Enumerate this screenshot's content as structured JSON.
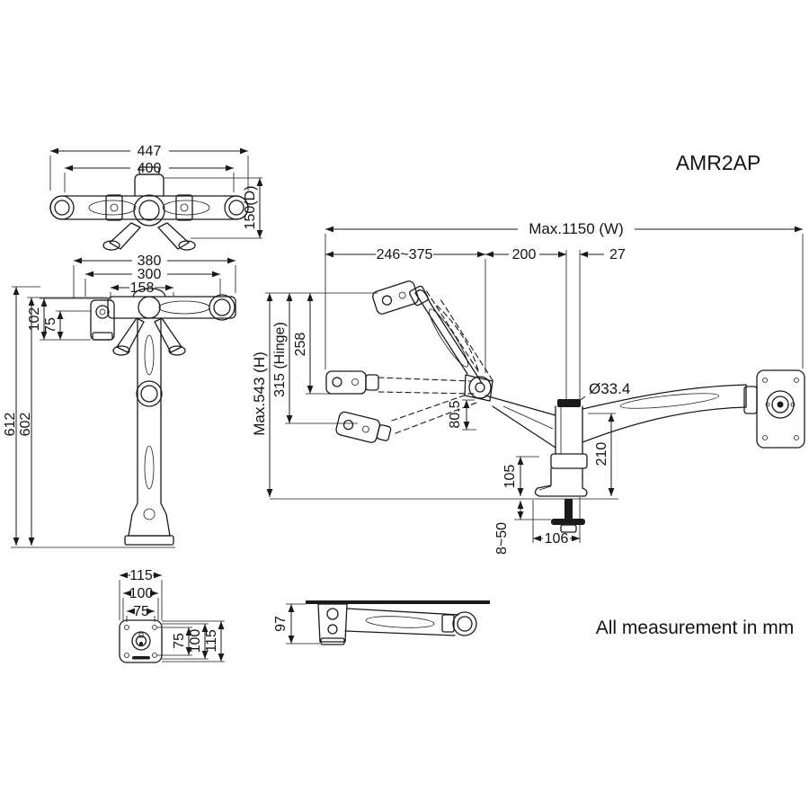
{
  "title": "AMR2AP",
  "note": "All measurement in mm",
  "colors": {
    "line": "#1a1a1a",
    "background": "#ffffff"
  },
  "views": {
    "top": {
      "label": "top-view",
      "dims": {
        "overall_width": "447",
        "inner_width": "400",
        "depth": "150(D)"
      }
    },
    "front": {
      "label": "front-view",
      "dims": {
        "overall_width": "380",
        "inner_width": "300",
        "hub_offset": "158",
        "bracket_drop": "102",
        "bracket_inner": "75",
        "total_height": "612",
        "column_height": "602"
      }
    },
    "plate": {
      "label": "vesa-plate-view",
      "dims": {
        "top_outer": "115",
        "top_mid": "100",
        "top_inner": "75",
        "side_inner": "75",
        "side_mid": "100",
        "side_outer": "115"
      }
    },
    "main": {
      "label": "side-view",
      "dims": {
        "max_width": "Max.1150 (W)",
        "reach": "246~375",
        "rear": "200",
        "edge": "27",
        "max_height": "Max.543 (H)",
        "hinge_height": "315 (Hinge)",
        "riser": "258",
        "pole_diameter": "Ø33.4",
        "elbow_drop": "80.5",
        "pole_height": "210",
        "clearance": "105",
        "clamp_range": "8~50",
        "clamp_depth": "106"
      }
    },
    "folded": {
      "label": "folded-view",
      "dims": {
        "under_desk": "97"
      }
    }
  }
}
